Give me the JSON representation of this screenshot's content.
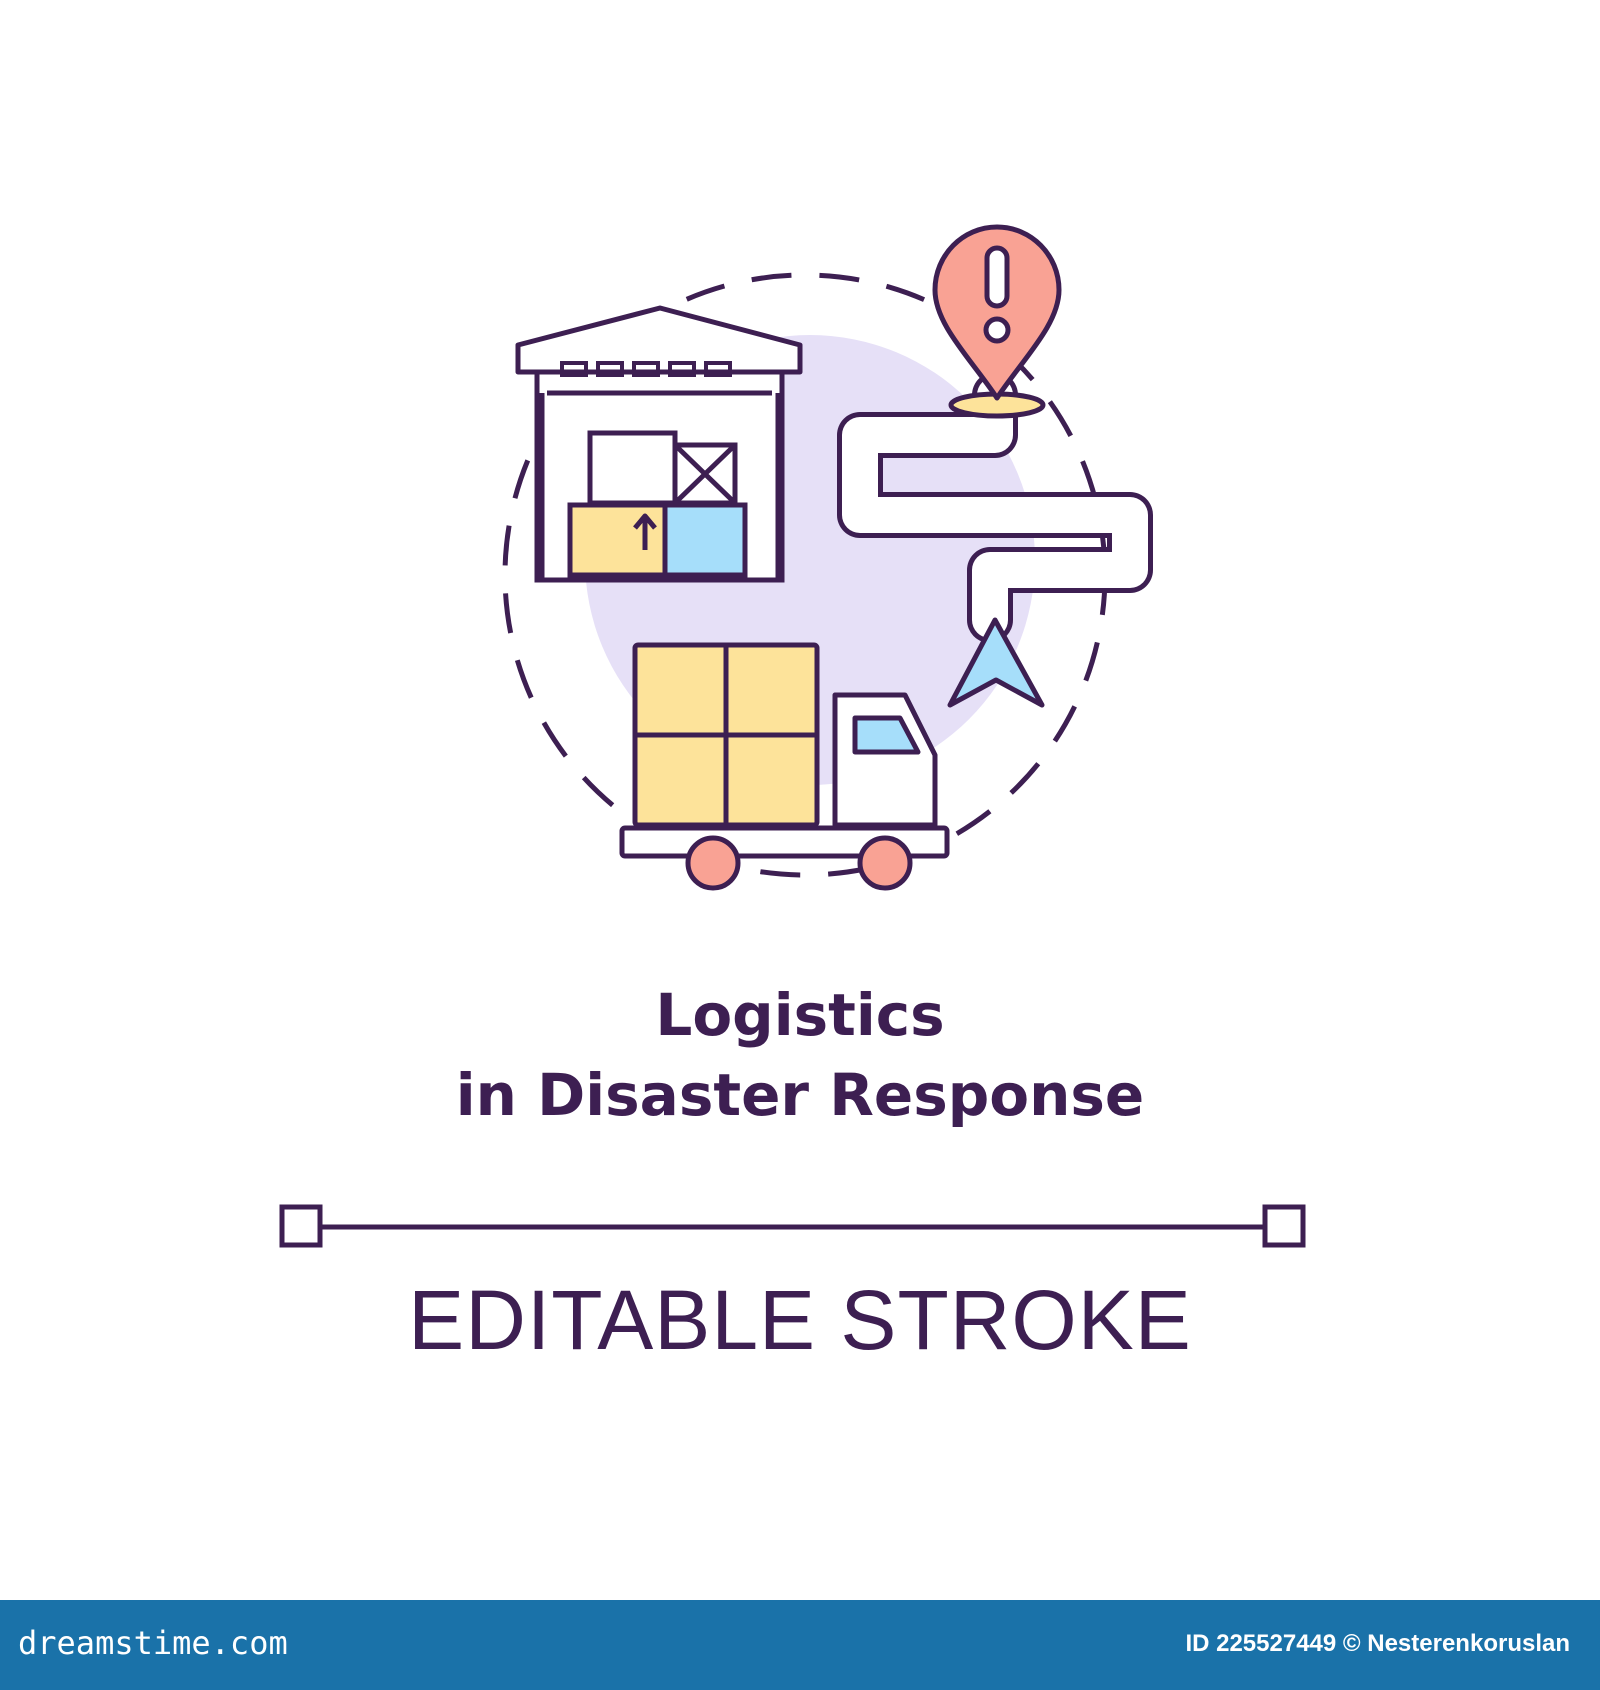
{
  "title": {
    "line1": "Logistics",
    "line2": "in Disaster Response"
  },
  "subtitle": "EDITABLE STROKE",
  "footer": {
    "brand": "dreamstime.com",
    "id_text": "ID 225527449 © Nesterenkoruslan"
  },
  "icons": [
    "warehouse-icon",
    "boxes-icon",
    "location-pin-alert-icon",
    "route-path-icon",
    "navigation-arrow-icon",
    "delivery-truck-icon"
  ],
  "colors": {
    "outline": "#3d1f52",
    "lavender": "#e6e0f7",
    "yellow": "#fde39a",
    "light_blue": "#a6defa",
    "coral": "#f9a294",
    "footer_bg": "#1a72a9"
  }
}
